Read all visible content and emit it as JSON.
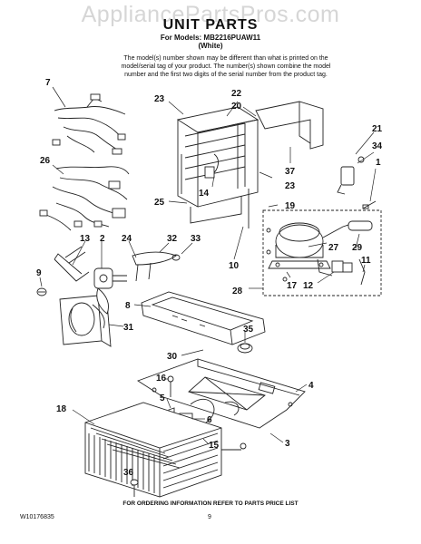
{
  "watermark": "AppliancePartsPros.com",
  "title": "UNIT PARTS",
  "models_line": "For Models: MB2216PUAW11",
  "color_line": "(White)",
  "note_lines": [
    "The model(s) number shown may be different than what is printed on the",
    "model/serial tag of your product. The number(s) shown combine the model",
    "number and the first two digits of the serial number from the product tag."
  ],
  "callouts": {
    "c7": "7",
    "c26": "26",
    "c23a": "23",
    "c22": "22",
    "c20": "20",
    "c21": "21",
    "c34": "34",
    "c1": "1",
    "c37": "37",
    "c23b": "23",
    "c14": "14",
    "c25": "25",
    "c19": "19",
    "c13": "13",
    "c2": "2",
    "c24": "24",
    "c32": "32",
    "c33": "33",
    "c29": "29",
    "c27": "27",
    "c11": "11",
    "c9": "9",
    "c10": "10",
    "c17": "17",
    "c12": "12",
    "c28": "28",
    "c8": "8",
    "c31": "31",
    "c35": "35",
    "c30": "30",
    "c16": "16",
    "c4": "4",
    "c5": "5",
    "c18": "18",
    "c6": "6",
    "c15": "15",
    "c3": "3",
    "c36": "36"
  },
  "footer": {
    "order_info": "FOR ORDERING INFORMATION REFER TO PARTS PRICE LIST",
    "doc_number": "W10176835",
    "page_number": "9"
  }
}
